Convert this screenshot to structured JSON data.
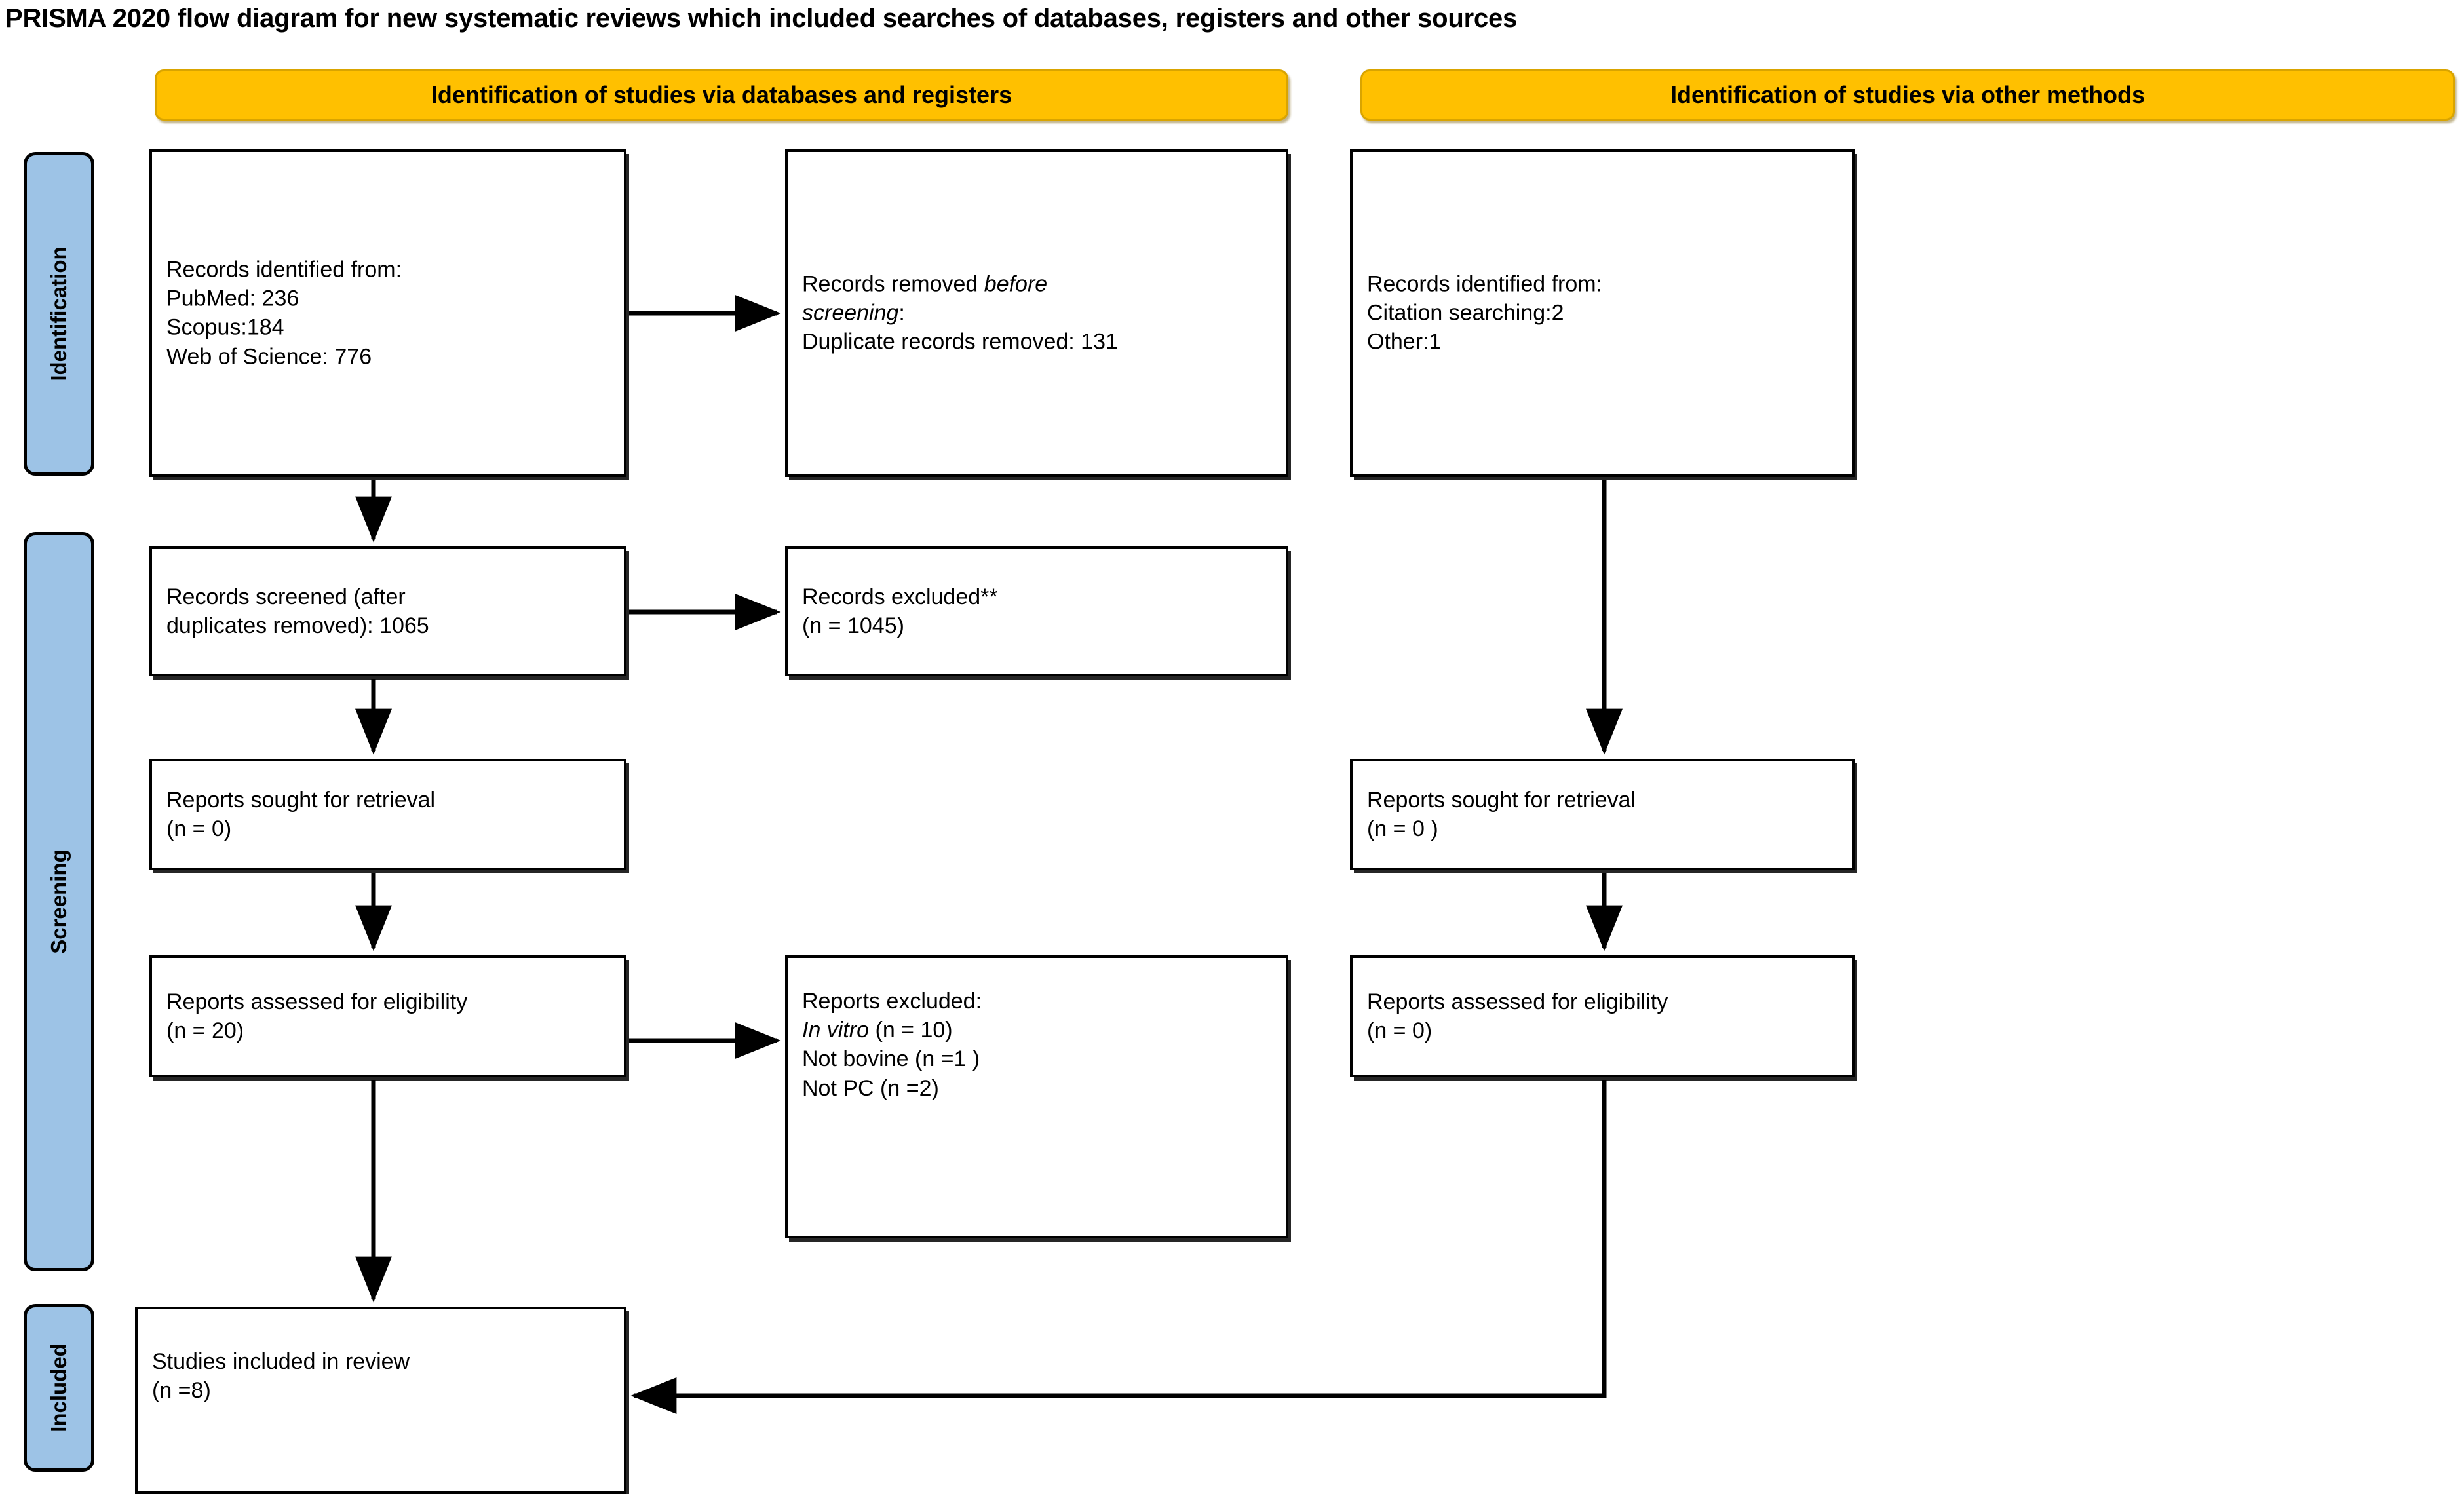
{
  "title": "PRISMA 2020 flow diagram for new systematic reviews which included searches of databases, registers and other sources",
  "colors": {
    "banner_fill": "#FFC000",
    "banner_border": "#D9A400",
    "stage_bar_fill": "#9DC3E6",
    "box_border": "#000000",
    "background": "#FFFFFF"
  },
  "banners": {
    "left": "Identification of studies via databases and registers",
    "right": "Identification of studies via other methods"
  },
  "stages": [
    {
      "id": "identification",
      "label": "Identification"
    },
    {
      "id": "screening",
      "label": "Screening"
    },
    {
      "id": "included",
      "label": "Included"
    }
  ],
  "boxes": {
    "records_identified_db": {
      "line1": "Records identified from:",
      "line2": "PubMed: 236",
      "line3": "Scopus:184",
      "line4": "Web of Science: 776"
    },
    "records_removed": {
      "line1_a": "Records removed ",
      "line1_b": "before",
      "line2_a": "screening",
      "line2_b": ":",
      "line3": "Duplicate records removed: 131"
    },
    "records_identified_other": {
      "line1": "Records identified from:",
      "line2": "    Citation searching:2",
      "line3": "    Other:1"
    },
    "records_screened": {
      "line1": "Records screened (after",
      "line2": "duplicates removed): 1065"
    },
    "records_excluded": {
      "line1": "Records excluded**",
      "line2": "(n = 1045)"
    },
    "reports_sought_db": {
      "line1": "Reports sought for retrieval",
      "line2": "(n = 0)"
    },
    "reports_sought_other": {
      "line1": "Reports sought for retrieval",
      "line2": "(n = 0 )"
    },
    "reports_assessed_db": {
      "line1": "Reports assessed for eligibility",
      "line2": "(n = 20)"
    },
    "reports_excluded": {
      "line1": "Reports excluded:",
      "line2_a": "    In vitro",
      "line2_b": "  (n = 10)",
      "line3": "    Not bovine (n =1 )",
      "line4": "    Not PC (n =2)"
    },
    "reports_assessed_other": {
      "line1": "Reports assessed for eligibility",
      "line2": "(n = 0)"
    },
    "studies_included": {
      "line1": "Studies included in review",
      "line2": "(n =8)"
    }
  },
  "chart_data": {
    "type": "diagram",
    "diagram_kind": "PRISMA 2020 flow diagram",
    "nodes": [
      {
        "id": "records_identified_db",
        "stage": "Identification",
        "column": "databases_registers",
        "counts": {
          "PubMed": 236,
          "Scopus": 184,
          "Web of Science": 776
        }
      },
      {
        "id": "records_removed",
        "stage": "Identification",
        "column": "databases_registers",
        "counts": {
          "Duplicate records removed": 131
        }
      },
      {
        "id": "records_identified_other",
        "stage": "Identification",
        "column": "other_methods",
        "counts": {
          "Citation searching": 2,
          "Other": 1
        }
      },
      {
        "id": "records_screened",
        "stage": "Screening",
        "column": "databases_registers",
        "counts": {
          "n": 1065
        }
      },
      {
        "id": "records_excluded",
        "stage": "Screening",
        "column": "databases_registers",
        "counts": {
          "n": 1045
        }
      },
      {
        "id": "reports_sought_db",
        "stage": "Screening",
        "column": "databases_registers",
        "counts": {
          "n": 0
        }
      },
      {
        "id": "reports_sought_other",
        "stage": "Screening",
        "column": "other_methods",
        "counts": {
          "n": 0
        }
      },
      {
        "id": "reports_assessed_db",
        "stage": "Screening",
        "column": "databases_registers",
        "counts": {
          "n": 20
        }
      },
      {
        "id": "reports_excluded",
        "stage": "Screening",
        "column": "databases_registers",
        "counts": {
          "In vitro": 10,
          "Not bovine": 1,
          "Not PC": 2
        }
      },
      {
        "id": "reports_assessed_other",
        "stage": "Screening",
        "column": "other_methods",
        "counts": {
          "n": 0
        }
      },
      {
        "id": "studies_included",
        "stage": "Included",
        "column": "databases_registers",
        "counts": {
          "n": 8
        }
      }
    ],
    "edges": [
      {
        "from": "records_identified_db",
        "to": "records_removed",
        "direction": "right"
      },
      {
        "from": "records_identified_db",
        "to": "records_screened",
        "direction": "down"
      },
      {
        "from": "records_screened",
        "to": "records_excluded",
        "direction": "right"
      },
      {
        "from": "records_screened",
        "to": "reports_sought_db",
        "direction": "down"
      },
      {
        "from": "reports_sought_db",
        "to": "reports_assessed_db",
        "direction": "down"
      },
      {
        "from": "reports_assessed_db",
        "to": "reports_excluded",
        "direction": "right"
      },
      {
        "from": "reports_assessed_db",
        "to": "studies_included",
        "direction": "down"
      },
      {
        "from": "records_identified_other",
        "to": "reports_sought_other",
        "direction": "down"
      },
      {
        "from": "reports_sought_other",
        "to": "reports_assessed_other",
        "direction": "down"
      },
      {
        "from": "reports_assessed_other",
        "to": "studies_included",
        "direction": "down-left"
      }
    ]
  }
}
